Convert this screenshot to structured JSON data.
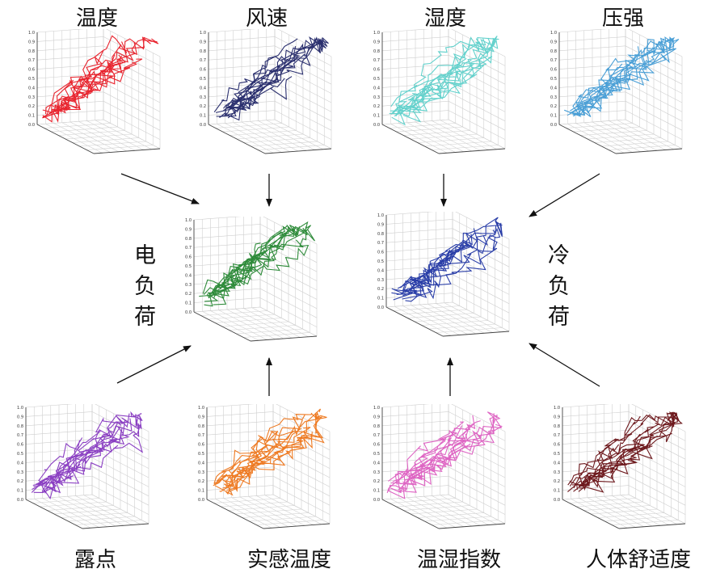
{
  "top_titles": [
    "温度",
    "风速",
    "湿度",
    "压强"
  ],
  "bottom_titles": [
    "露点",
    "实感温度",
    "温湿指数",
    "人体舒适度"
  ],
  "side_labels": {
    "electric": [
      "电",
      "负",
      "荷"
    ],
    "cooling": [
      "冷",
      "负",
      "荷"
    ]
  },
  "axis_ticks": [
    "0.0",
    "0.1",
    "0.2",
    "0.3",
    "0.4",
    "0.5",
    "0.6",
    "0.7",
    "0.8",
    "0.9",
    "1.0"
  ],
  "panels": [
    {
      "name": "temperature-plot",
      "color": "#e8252f",
      "seed": 11
    },
    {
      "name": "wind-speed-plot",
      "color": "#2a2f6e",
      "seed": 23
    },
    {
      "name": "humidity-plot",
      "color": "#63d1cc",
      "seed": 37
    },
    {
      "name": "pressure-plot",
      "color": "#4a9fd6",
      "seed": 41
    },
    {
      "name": "electric-load-plot",
      "color": "#2e8b3a",
      "seed": 53
    },
    {
      "name": "cooling-load-plot",
      "color": "#2b3fa8",
      "seed": 67
    },
    {
      "name": "dew-point-plot",
      "color": "#8a3fc2",
      "seed": 71
    },
    {
      "name": "apparent-temperature-plot",
      "color": "#ee7a22",
      "seed": 83
    },
    {
      "name": "temp-humidity-index-plot",
      "color": "#de64c3",
      "seed": 97
    },
    {
      "name": "human-comfort-plot",
      "color": "#6e1a1e",
      "seed": 101
    }
  ]
}
